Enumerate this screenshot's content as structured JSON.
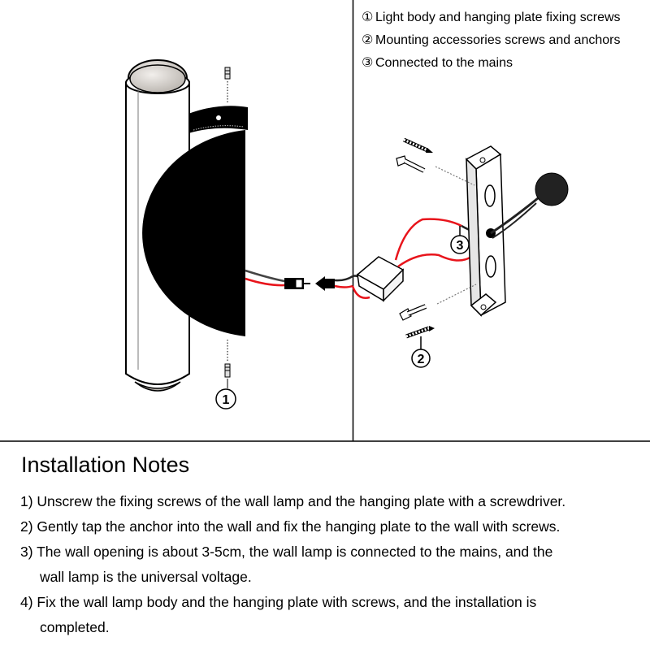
{
  "legend": [
    {
      "num": "①",
      "text": "Light body and hanging plate fixing screws"
    },
    {
      "num": "②",
      "text": "Mounting accessories screws and anchors"
    },
    {
      "num": "③",
      "text": "Connected to the mains"
    }
  ],
  "callouts": {
    "one": "1",
    "two": "2",
    "three": "3"
  },
  "notes": {
    "title": "Installation Notes",
    "items": [
      {
        "first": "1) Unscrew the fixing screws of the wall lamp and the hanging plate with a screwdriver.",
        "rest": ""
      },
      {
        "first": "2) Gently tap the anchor into the wall and fix the hanging plate to the wall with screws.",
        "rest": ""
      },
      {
        "first": "3) The wall opening is about 3-5cm, the wall lamp is connected to the mains, and the",
        "rest": "wall lamp is the universal voltage."
      },
      {
        "first": "4) Fix the wall lamp body and the hanging plate with screws, and the installation is",
        "rest": "completed."
      }
    ]
  },
  "colors": {
    "wire_red": "#e8141b",
    "lamp_body": "#000000",
    "line": "#000000"
  }
}
